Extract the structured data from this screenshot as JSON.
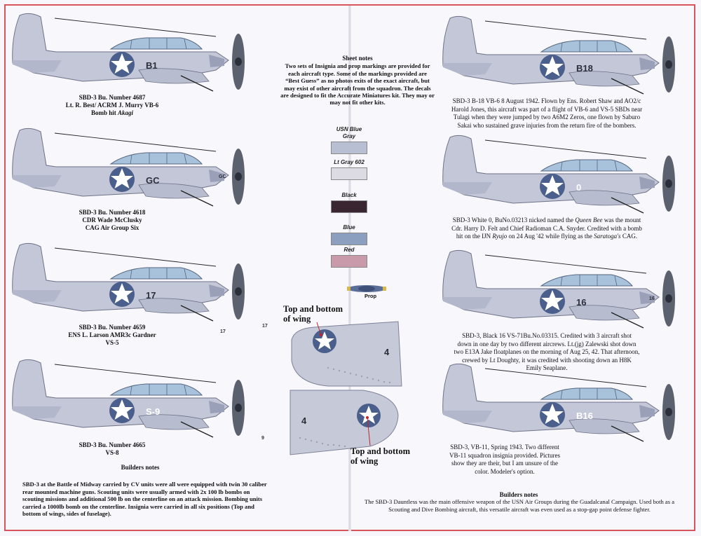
{
  "aircraft_left": [
    {
      "id": "sbd-4687",
      "code": "B1",
      "caption_lines": [
        "SBD-3 Bu. Number 4687",
        "Lt. R. Best/ ACRM J. Murry  VB-6"
      ],
      "caption_tail": "Bomb hit ",
      "caption_tail_italic": "Akagi"
    },
    {
      "id": "sbd-4618",
      "code": "GC",
      "tail_code": "GC",
      "caption_lines": [
        "SBD-3 Bu. Number 4618",
        "CDR Wade McClusky",
        "CAG Air Group Six"
      ]
    },
    {
      "id": "sbd-4659",
      "code": "17",
      "callout": "17",
      "callout_b": "17",
      "caption_lines": [
        "SBD-3 Bu. Number 4659",
        "ENS L. Larson AMR3c Gardner",
        "VS-5"
      ]
    },
    {
      "id": "sbd-4665",
      "code": "S-9",
      "callout": "9",
      "caption_lines": [
        "SBD-3 Bu. Number 4665",
        "VS-8"
      ]
    }
  ],
  "aircraft_right": [
    {
      "id": "sbd-b18",
      "code": "B18",
      "caption_lines": [
        "SBD-3 B-18 VB-6 8 August 1942. Flown by Ens. Robert Shaw and AO2/c",
        "Harold Jones, this aircraft was part of a flight of VB-6 and VS-5 SBDs near",
        "Tulagi when they were jumped by two A6M2 Zeros, one flown by Saburo",
        "Sakai who sustained grave injuries from the return fire of the bombers."
      ]
    },
    {
      "id": "sbd-white0",
      "code": "0",
      "caption_lines": [
        "SBD-3 White 0, BuNo.03213  nicked named the ",
        "Cdr. Harry D. Felt and Chief Radioman C.A. Snyder. Credited with a bomb",
        "hit on the IJN "
      ],
      "caption_italic_1": "Queen Bee",
      "caption_rest_1": " was the mount",
      "caption_italic_2": "Ryujo",
      "caption_rest_2": " on 24 Aug '42 while flying as the ",
      "caption_italic_3": "Saratoga's",
      "caption_rest_3": " CAG."
    },
    {
      "id": "sbd-black16",
      "code": "16",
      "tail_code": "16",
      "caption_lines": [
        "SBD-3, Black 16 VS-71Bu.No.03315. Credited with 3 aircraft shot",
        "down in one day by two different aircrews. Lt.(jg) Zalewski shot down",
        "two E13A Jake floatplanes on the morning of Aug 25, 42. That afternoon,",
        "crewed by Lt Doughty, it was credited with shooting down an H8K",
        "Emily Seaplane."
      ]
    },
    {
      "id": "sbd-b16",
      "code": "B16",
      "caption_lines": [
        "SBD-3, VB-11, Spring 1943. Two different",
        "VB-11 squadron insignia provided. Pictures",
        "show they are their, but I am unsure of the",
        "color. Modeler's option."
      ]
    }
  ],
  "sheet_notes": {
    "title": "Sheet notes",
    "body": "Two sets  of Insignia and prop markings are provided for each aircraft type.  Some of the markings provided are “Best Guess” as no photos exits of the exact aircraft, but may exist of other aircraft from the squadron. The decals are designed to fit the Accurate Miniatures kit. They may or may not fit other kits."
  },
  "swatches": [
    {
      "label": "USN Blue Gray",
      "color": "#b9bfd3"
    },
    {
      "label": "Lt Gray 602",
      "color": "#dcdbe3"
    },
    {
      "label": "Black",
      "color": "#3a2630"
    },
    {
      "label": "Blue",
      "color": "#8c9fbf"
    },
    {
      "label": "Red",
      "color": "#c99aa9"
    }
  ],
  "prop_label": "Prop",
  "wings": {
    "top_label_line1": "Top and bottom",
    "top_label_line2": "of wing",
    "bottom_label_line1": "Top and bottom",
    "bottom_label_line2": "of wing",
    "upper_code": "4",
    "lower_code": "4"
  },
  "builders_left": {
    "title": "Builders notes",
    "body": "SBD-3 at the Battle of Midway carried by CV units were  all were equipped with twin 30 caliber rear mounted machine guns. Scouting units were usually armed with 2x 100 lb bombs on scouting missions and additional 500 lb on the centerline on an attack mission. Bombing units carried a 1000lb bomb on the centerline.  Insignia were carried in all six positions (Top and bottom of wings, sides of fuselage)."
  },
  "builders_right": {
    "title": "Builders notes",
    "body": "The SBD-3 Dauntless  was the main offensive weapon of the USN Air Groups during the Guadalcanal Campaign. Used both as a Scouting and Dive Bombing aircraft, this versatile aircraft was even used as a stop-gap point defense fighter."
  },
  "colors": {
    "border": "#d8545c",
    "fuselage": "#c3c7d7",
    "roundel_blue": "#4a5f8c",
    "canopy": "#a9c2dc"
  }
}
